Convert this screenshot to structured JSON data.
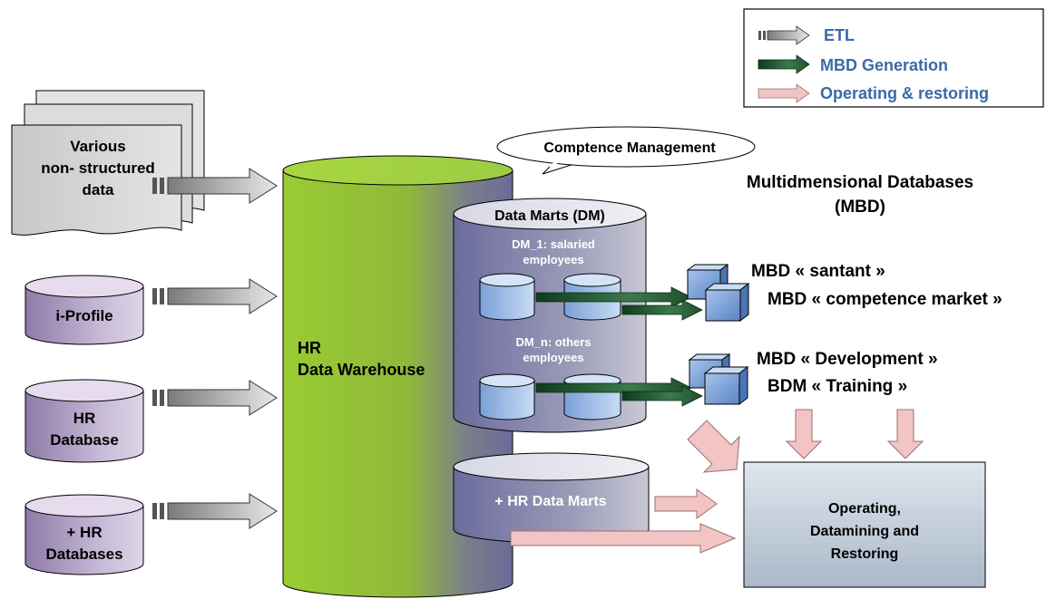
{
  "legend": {
    "etl": "ETL",
    "mbd_generation": "MBD Generation",
    "operating_restoring": "Operating & restoring",
    "colors": {
      "etl": "#9a9a9a",
      "mbd_generation": "#1f4f2f",
      "operating_restoring": "#f2c4c4",
      "text": "#3a6aa8"
    }
  },
  "sources": {
    "unstructured": [
      "Various",
      "non- structured",
      "data"
    ],
    "iprofile": [
      "i-Profile"
    ],
    "hr_database": [
      "HR",
      "Database"
    ],
    "more_hr_databases": [
      "+ HR",
      "Databases"
    ]
  },
  "warehouse": {
    "lines": [
      "HR",
      "Data Warehouse"
    ],
    "color_top": "#99cc33",
    "color_bottom": "#6a6a9a"
  },
  "competence_bubble": "Comptence Management",
  "data_marts": {
    "title": "Data Marts (DM)",
    "dm1": [
      "DM_1: salaried",
      "employees"
    ],
    "dmn": [
      "DM_n: others",
      "employees"
    ]
  },
  "hr_data_marts": "+ HR Data Marts",
  "mbd_header": [
    "Multidmensional Databases",
    "(MBD)"
  ],
  "mbd_labels": {
    "santant": "MBD « santant »",
    "competence_market": "MBD « competence market »",
    "development": "MBD « Development »",
    "training": "BDM « Training »"
  },
  "operating_box": [
    "Operating,",
    "Datamining and",
    "Restoring"
  ]
}
